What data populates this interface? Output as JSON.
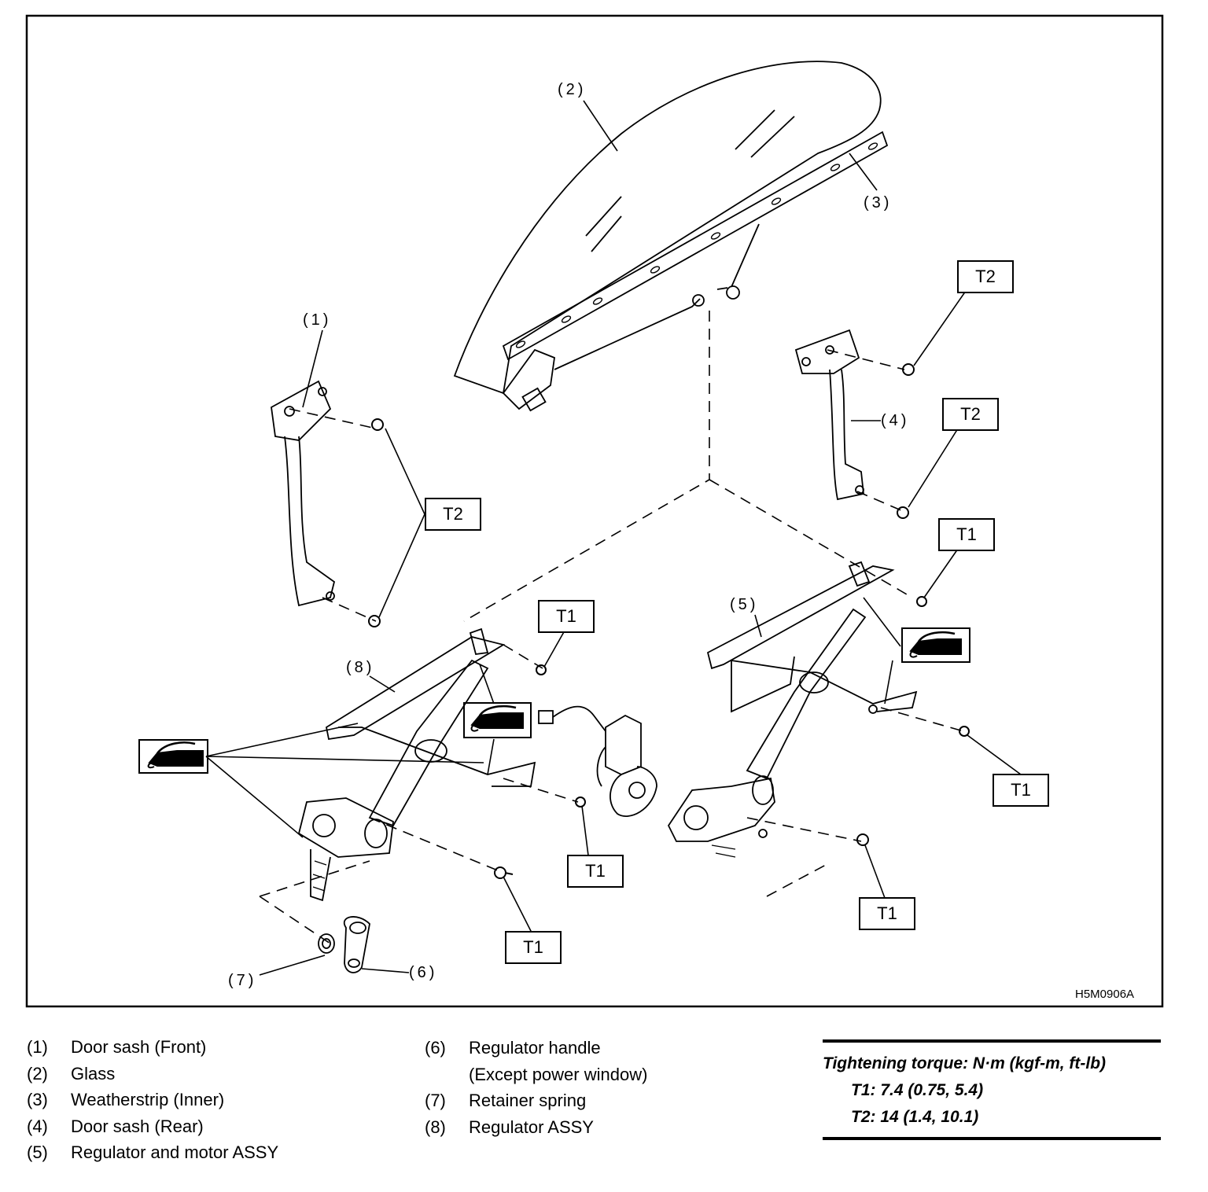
{
  "figure": {
    "id": "H5M0906A",
    "callouts": {
      "c1": "(1)",
      "c2": "(2)",
      "c3": "(3)",
      "c4": "(4)",
      "c5": "(5)",
      "c6": "(6)",
      "c7": "(7)",
      "c8": "(8)"
    },
    "torque_tags": {
      "t2_front": "T2",
      "t2_rear_top": "T2",
      "t2_rear_bottom": "T2",
      "t1_upper_right": "T1",
      "t1_mid_left": "T1",
      "t1_right": "T1",
      "t1_center": "T1",
      "t1_lower_left": "T1",
      "t1_lower_right": "T1"
    },
    "icons": [
      "grease-icon",
      "grease-icon",
      "grease-icon"
    ]
  },
  "legend": {
    "left": [
      {
        "num": "(1)",
        "text": "Door sash (Front)"
      },
      {
        "num": "(2)",
        "text": "Glass"
      },
      {
        "num": "(3)",
        "text": "Weatherstrip (Inner)"
      },
      {
        "num": "(4)",
        "text": "Door sash (Rear)"
      },
      {
        "num": "(5)",
        "text": "Regulator and motor ASSY"
      }
    ],
    "right": [
      {
        "num": "(6)",
        "text": "Regulator handle"
      },
      {
        "num": "",
        "text": "(Except power window)"
      },
      {
        "num": "(7)",
        "text": "Retainer spring"
      },
      {
        "num": "(8)",
        "text": "Regulator ASSY"
      }
    ]
  },
  "torque": {
    "heading": "Tightening torque: N·m (kgf-m, ft-lb)",
    "t1": "T1: 7.4 (0.75, 5.4)",
    "t2": "T2: 14 (1.4, 10.1)"
  }
}
